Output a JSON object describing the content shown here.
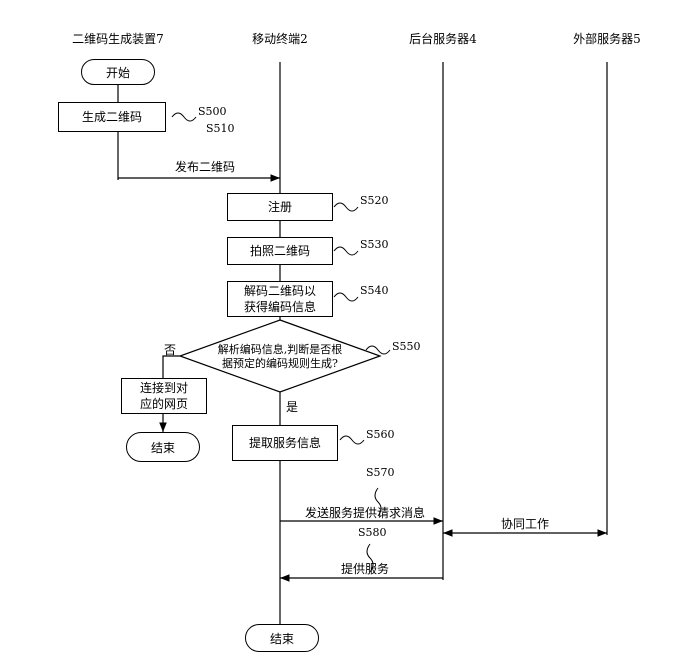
{
  "lanes": {
    "device": "二维码生成装置7",
    "terminal": "移动终端2",
    "backend": "后台服务器4",
    "external": "外部服务器5"
  },
  "nodes": {
    "start": "开始",
    "gen_qr": "生成二维码",
    "register": "注册",
    "photo_qr": "拍照二维码",
    "decode_line1": "解码二维码以",
    "decode_line2": "获得编码信息",
    "decision_line1": "解析编码信息,判断是否根",
    "decision_line2": "据预定的编码规则生成?",
    "connect_line1": "连接到对",
    "connect_line2": "应的网页",
    "end_left": "结束",
    "extract": "提取服务信息",
    "end_bottom": "结束"
  },
  "edges": {
    "publish_qr": "发布二维码",
    "no": "否",
    "yes": "是",
    "send_request": "发送服务提供请求消息",
    "collaborate": "协同工作",
    "provide_service": "提供服务"
  },
  "steps": {
    "s500": "S500",
    "s510": "S510",
    "s520": "S520",
    "s530": "S530",
    "s540": "S540",
    "s550": "S550",
    "s560": "S560",
    "s570": "S570",
    "s580": "S580"
  }
}
